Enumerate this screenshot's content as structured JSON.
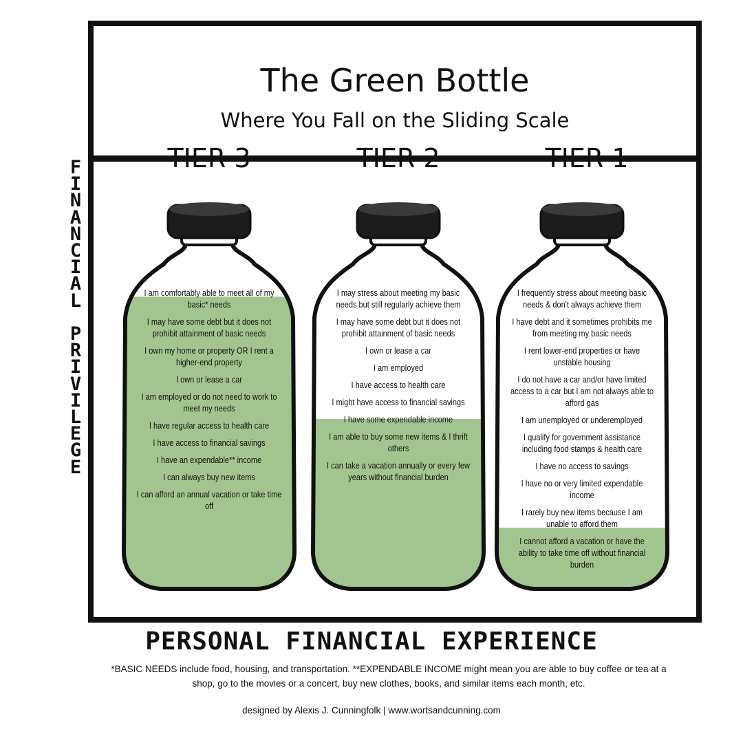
{
  "header": {
    "title": "The Green Bottle",
    "subtitle": "Where You Fall on the Sliding Scale"
  },
  "axes": {
    "y_label": "FINANCIAL PRIVILEGE",
    "x_label": "PERSONAL FINANCIAL EXPERIENCE"
  },
  "colors": {
    "fill": "#a2c58f",
    "outline": "#111111",
    "cap": "#1c1c1c"
  },
  "tiers": [
    {
      "label": "TIER 3",
      "fill_level": 0.86,
      "items": [
        "I am comfortably able to meet all of my basic* needs",
        "I may have some debt but it does not prohibit attainment of basic needs",
        "I own my home or property OR I rent a higher-end property",
        "I own or lease a car",
        "I am employed or do not need to work to meet my needs",
        "I have regular access to health care",
        "I have access to financial savings",
        "I have an expendable** income",
        "I can always buy new items",
        "I can afford an annual vacation or take time off"
      ]
    },
    {
      "label": "TIER 2",
      "fill_level": 0.5,
      "items": [
        "I may stress about meeting my basic needs but still regularly achieve them",
        "I may have some debt but it does not prohibit attainment of basic needs",
        "I own or lease a car",
        "I am employed",
        "I have access to health care",
        "I might have access to financial savings",
        "I have some expendable income",
        "I am able to buy some new items & I thrift others",
        "I can take a vacation annually or every few years without financial burden"
      ]
    },
    {
      "label": "TIER 1",
      "fill_level": 0.18,
      "items": [
        "I frequently stress about meeting basic needs & don't always achieve them",
        "I have debt and it sometimes prohibits me from meeting my basic needs",
        "I rent lower-end properties or have unstable housing",
        "I do not have a car and/or have limited access to a car but I am not always able to afford gas",
        "I am unemployed or underemployed",
        "I qualify for government assistance including food stamps & health care",
        "I have no access to savings",
        "I have no or very limited expendable income",
        "I rarely buy new items because I am unable to afford them",
        "I cannot afford a vacation or have the ability to take time off without financial burden"
      ]
    }
  ],
  "footnote": "*BASIC NEEDS include food, housing, and transportation.  **EXPENDABLE INCOME might mean you are able to buy coffee or tea at a shop, go to the movies or a concert, buy new clothes, books, and similar items each month, etc.",
  "credit": "designed by Alexis J. Cunningfolk | www.wortsandcunning.com"
}
